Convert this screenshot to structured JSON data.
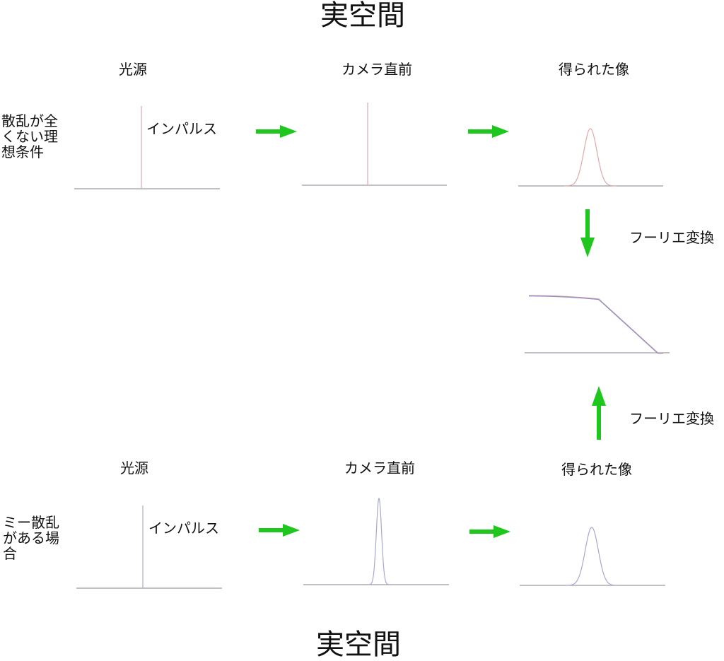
{
  "titles": {
    "top": "実空間",
    "bottom": "実空間"
  },
  "colors": {
    "axis": "#9a9aa8",
    "ideal_curve": "#e3a8a8",
    "mie_curve": "#a8a8cf",
    "mtf_line_red": "#d9a0a0",
    "mtf_line_blue": "#8e8ec8",
    "arrow": "#1ec61e"
  },
  "rows": {
    "ideal": {
      "label": "散乱が全くない理想条件",
      "stage_labels": [
        "光源",
        "カメラ直前",
        "得られた像"
      ],
      "impulse_label": "インパルス"
    },
    "mie": {
      "label": "ミー散乱がある場合",
      "stage_labels": [
        "光源",
        "カメラ直前",
        "得られた像"
      ],
      "impulse_label": "インパルス"
    }
  },
  "transform": {
    "label_down": "フーリエ変換",
    "label_up": "フーリエ変換"
  },
  "chart_data": [
    {
      "type": "line",
      "id": "ideal-source",
      "shape": "impulse"
    },
    {
      "type": "line",
      "id": "ideal-camera",
      "shape": "impulse"
    },
    {
      "type": "line",
      "id": "ideal-image",
      "shape": "gaussian",
      "sigma": 0.045
    },
    {
      "type": "line",
      "id": "mie-source",
      "shape": "impulse"
    },
    {
      "type": "line",
      "id": "mie-camera",
      "shape": "gaussian",
      "sigma": 0.018
    },
    {
      "type": "line",
      "id": "mie-image",
      "shape": "gaussian",
      "sigma": 0.045
    },
    {
      "type": "line",
      "id": "mtf",
      "shape": "plateau-then-linear-drop",
      "knee": 0.52
    }
  ]
}
